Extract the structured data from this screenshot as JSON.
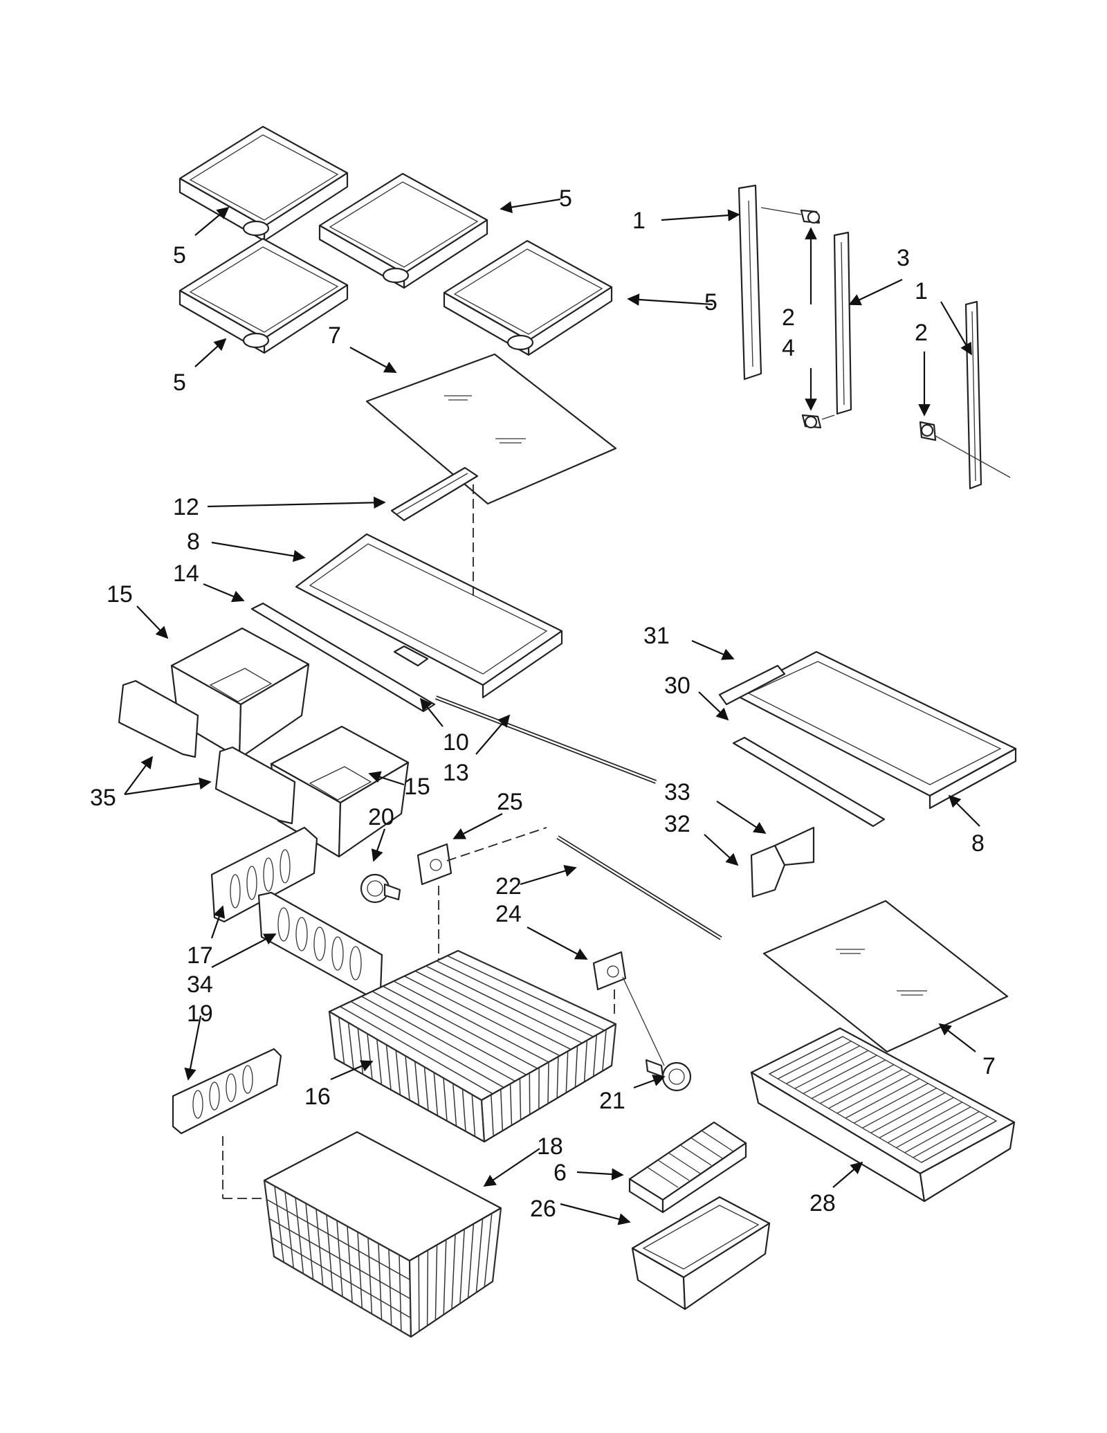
{
  "callouts": [
    {
      "id": "c1a",
      "text": "1"
    },
    {
      "id": "c1b",
      "text": "1"
    },
    {
      "id": "c2a",
      "text": "2"
    },
    {
      "id": "c2b",
      "text": "2"
    },
    {
      "id": "c3",
      "text": "3"
    },
    {
      "id": "c4",
      "text": "4"
    },
    {
      "id": "c5a",
      "text": "5"
    },
    {
      "id": "c5b",
      "text": "5"
    },
    {
      "id": "c5c",
      "text": "5"
    },
    {
      "id": "c5d",
      "text": "5"
    },
    {
      "id": "c6",
      "text": "6"
    },
    {
      "id": "c7a",
      "text": "7"
    },
    {
      "id": "c7b",
      "text": "7"
    },
    {
      "id": "c8a",
      "text": "8"
    },
    {
      "id": "c8b",
      "text": "8"
    },
    {
      "id": "c10",
      "text": "10"
    },
    {
      "id": "c12",
      "text": "12"
    },
    {
      "id": "c13",
      "text": "13"
    },
    {
      "id": "c14",
      "text": "14"
    },
    {
      "id": "c15a",
      "text": "15"
    },
    {
      "id": "c15b",
      "text": "15"
    },
    {
      "id": "c16",
      "text": "16"
    },
    {
      "id": "c17",
      "text": "17"
    },
    {
      "id": "c18",
      "text": "18"
    },
    {
      "id": "c19",
      "text": "19"
    },
    {
      "id": "c20",
      "text": "20"
    },
    {
      "id": "c21",
      "text": "21"
    },
    {
      "id": "c22",
      "text": "22"
    },
    {
      "id": "c24",
      "text": "24"
    },
    {
      "id": "c25",
      "text": "25"
    },
    {
      "id": "c26",
      "text": "26"
    },
    {
      "id": "c28",
      "text": "28"
    },
    {
      "id": "c30",
      "text": "30"
    },
    {
      "id": "c31",
      "text": "31"
    },
    {
      "id": "c32",
      "text": "32"
    },
    {
      "id": "c33",
      "text": "33"
    },
    {
      "id": "c34",
      "text": "34"
    },
    {
      "id": "c35",
      "text": "35"
    }
  ]
}
